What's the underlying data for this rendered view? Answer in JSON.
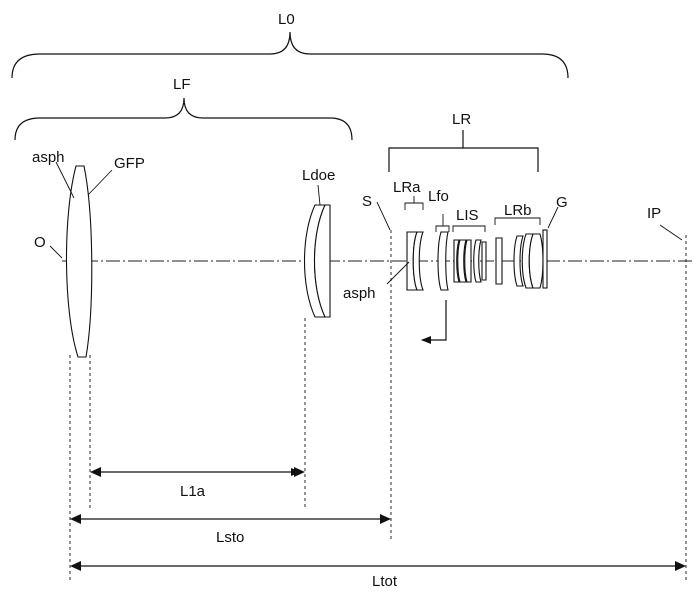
{
  "groups": {
    "whole": "L0",
    "front": "LF",
    "rear": "LR",
    "rear_a": "LRa",
    "focus": "Lfo",
    "stabilizer": "LIS",
    "rear_b": "LRb"
  },
  "elements": {
    "asph_front": "asph",
    "gfp": "GFP",
    "doe": "Ldoe",
    "stop": "S",
    "object": "O",
    "glass": "G",
    "image_plane": "IP",
    "asph_rear": "asph"
  },
  "dimensions": {
    "l1a": "L1a",
    "lsto": "Lsto",
    "ltot": "Ltot"
  }
}
